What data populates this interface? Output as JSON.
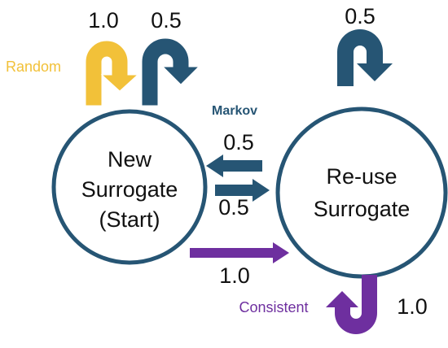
{
  "colors": {
    "markov": "#265574",
    "random": "#F2C139",
    "consistent": "#6E2F9F",
    "text": "#111111",
    "white": "#ffffff"
  },
  "states": {
    "new": {
      "line1": "New",
      "line2": "Surrogate",
      "line3": "(Start)"
    },
    "reuse": {
      "line1": "Re-use",
      "line2": "Surrogate"
    }
  },
  "labels": {
    "random": "Random",
    "markov": "Markov",
    "consistent": "Consistent"
  },
  "probabilities": {
    "random_self_loop": "1.0",
    "markov_new_self_loop": "0.5",
    "markov_reuse_self_loop": "0.5",
    "markov_reuse_to_new": "0.5",
    "markov_new_to_reuse": "0.5",
    "consistent_new_to_reuse": "1.0",
    "consistent_reuse_self_loop": "1.0"
  }
}
